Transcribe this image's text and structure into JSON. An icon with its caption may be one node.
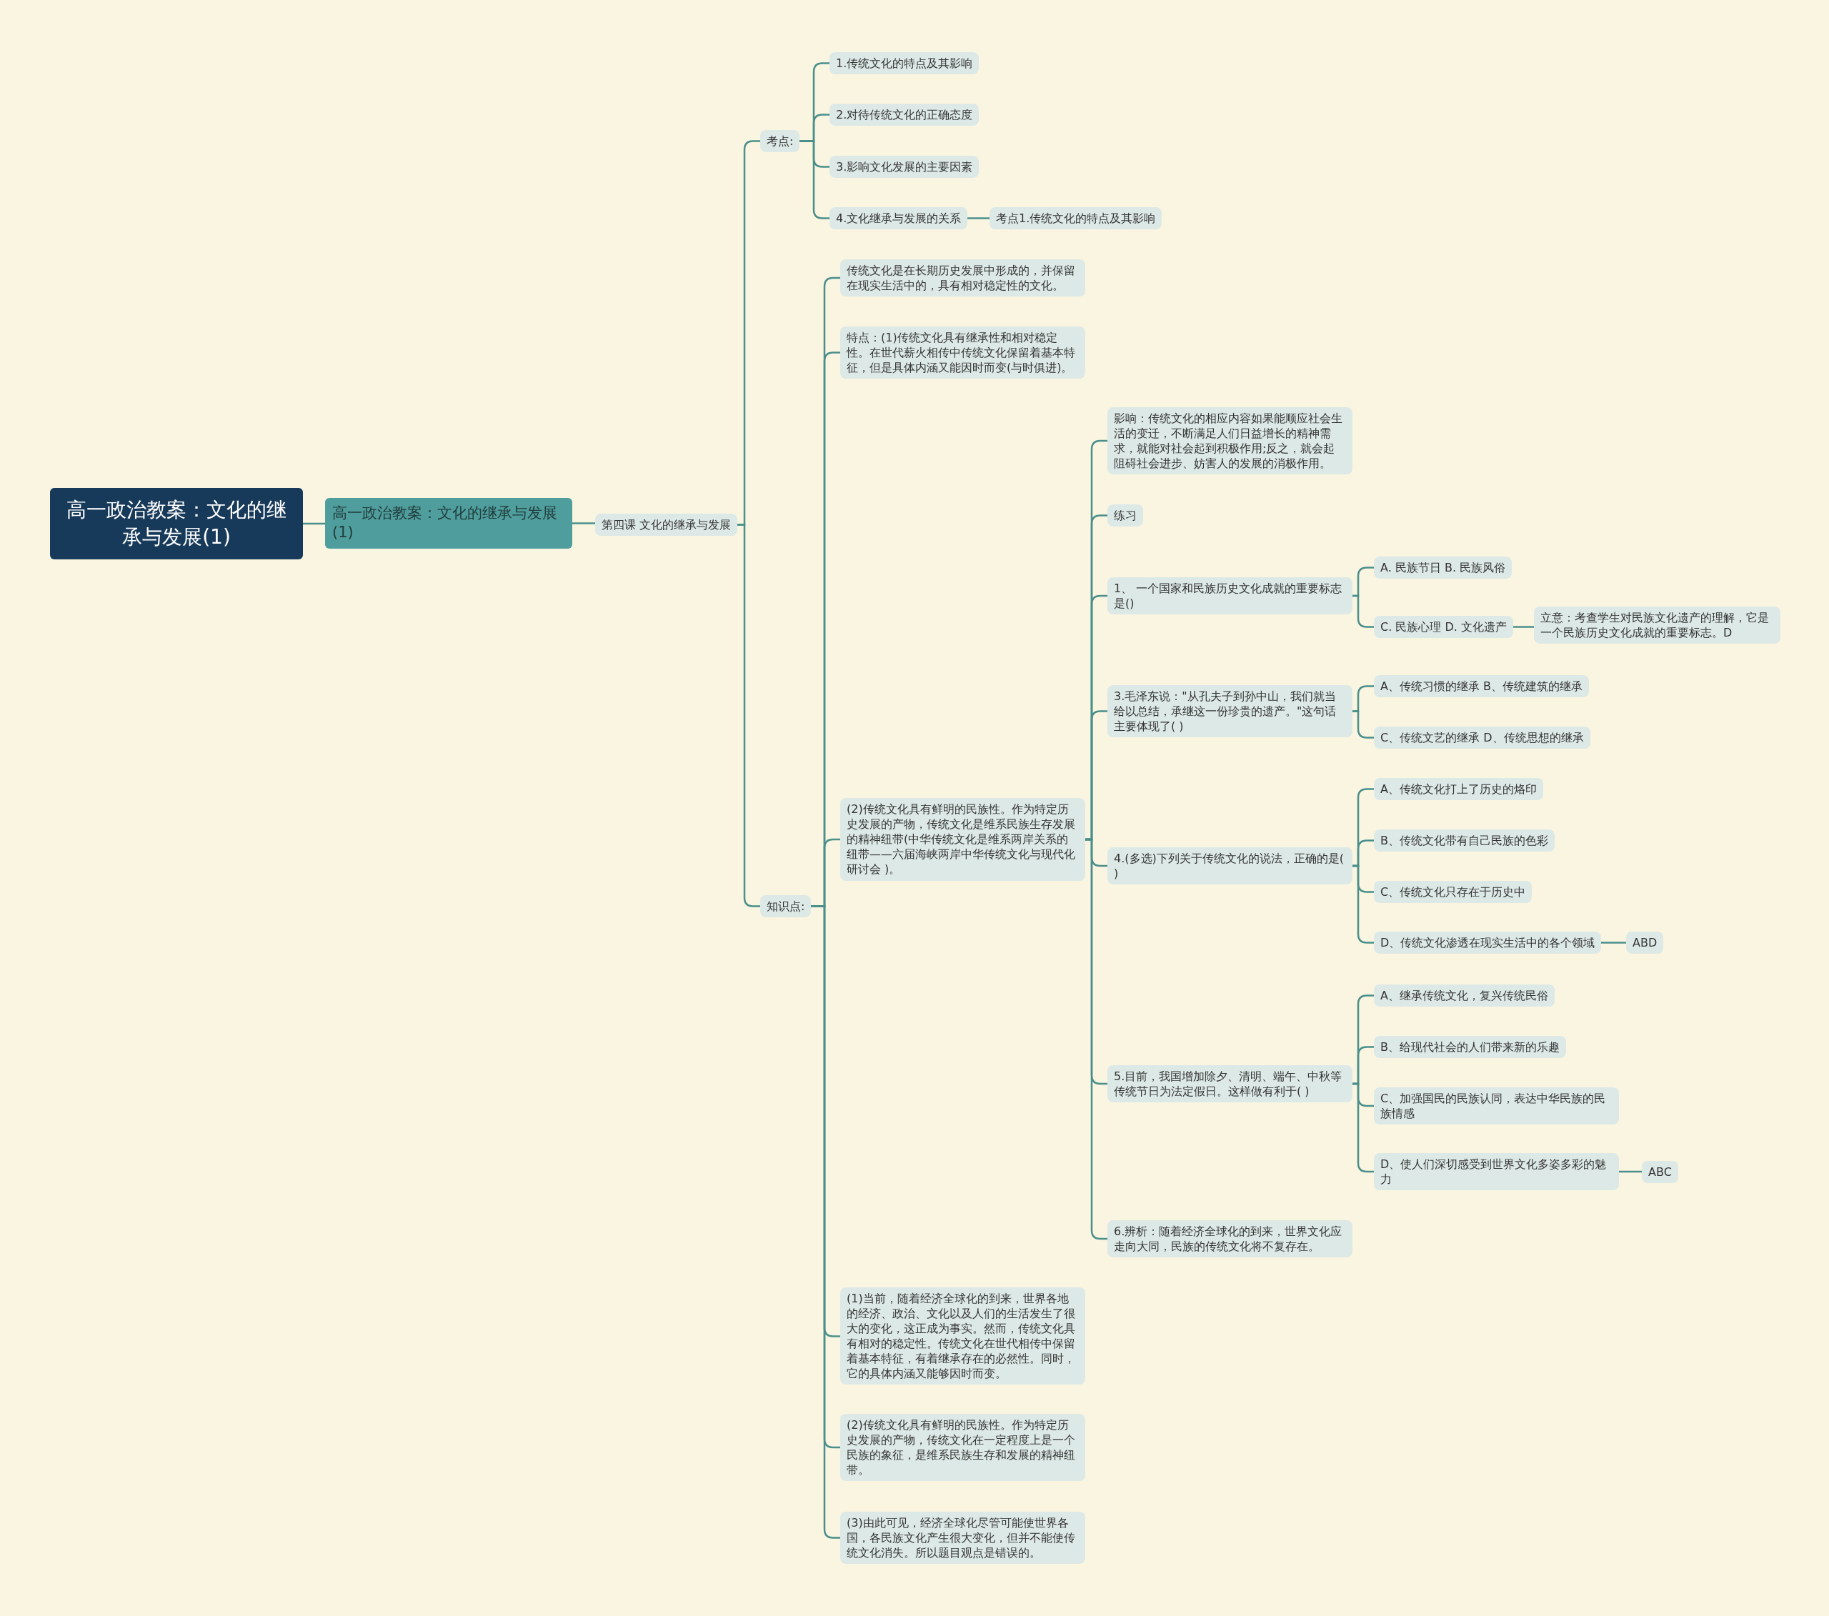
{
  "diagram": {
    "nodes": [
      {
        "text": [
          "高一政治教案：文化的继承与发展(1)"
        ]
      },
      {
        "text": [
          "高一政治教案：文化的继承与发展(1)"
        ]
      },
      {
        "text": [
          "第四课 文化的继承与发展"
        ]
      },
      {
        "text": [
          "考点:"
        ]
      },
      {
        "text": [
          "1.传统文化的特点及其影响"
        ]
      },
      {
        "text": [
          "2.对待传统文化的正确态度"
        ]
      },
      {
        "text": [
          "3.影响文化发展的主要因素"
        ]
      },
      {
        "text": [
          "4.文化继承与发展的关系"
        ]
      },
      {
        "text": [
          "考点1.传统文化的特点及其影响"
        ]
      },
      {
        "text": [
          "知识点:"
        ]
      },
      {
        "text": [
          "传统文化是在长期历史发展中形成的，并保留在现实生活中的，具有相对稳定性的文化。"
        ]
      },
      {
        "text": [
          "特点：(1)传统文化具有继承性和相对稳定性。在世代薪火相传中传统文化保留着基本特征，但是具体内涵又能因时而变(与时俱进)。"
        ]
      },
      {
        "text": [
          "(2)传统文化具有鲜明的民族性。作为特定历史发展的产物，传统文化是维系民族生存发展的精神纽带(中华传统文化是维系两岸关系的纽带——六届海峡两岸中华传统文化与现代化研讨会 )。"
        ]
      },
      {
        "text": [
          "影响：传统文化的相应内容如果能顺应社会生活的变迁，不断满足人们日益增长的精神需求，就能对社会起到积极作用;反之，就会起阻碍社会进步、妨害人的发展的消极作用。"
        ]
      },
      {
        "text": [
          "练习"
        ]
      },
      {
        "text": [
          "1、 一个国家和民族历史文化成就的重要标志是()"
        ]
      },
      {
        "text": [
          "A. 民族节日 B. 民族风俗"
        ]
      },
      {
        "text": [
          "C. 民族心理 D. 文化遗产"
        ]
      },
      {
        "text": [
          "立意：考查学生对民族文化遗产的理解，它是一个民族历史文化成就的重要标志。D"
        ]
      },
      {
        "text": [
          "3.毛泽东说：\"从孔夫子到孙中山，我们就当给以总结，承继这一份珍贵的遗产。\"这句话主要体现了( )"
        ]
      },
      {
        "text": [
          "A、传统习惯的继承 B、传统建筑的继承"
        ]
      },
      {
        "text": [
          "C、传统文艺的继承 D、传统思想的继承"
        ]
      },
      {
        "text": [
          "4.(多选)下列关于传统文化的说法，正确的是( )"
        ]
      },
      {
        "text": [
          "A、传统文化打上了历史的烙印"
        ]
      },
      {
        "text": [
          "B、传统文化带有自己民族的色彩"
        ]
      },
      {
        "text": [
          "C、传统文化只存在于历史中"
        ]
      },
      {
        "text": [
          "D、传统文化渗透在现实生活中的各个领域"
        ]
      },
      {
        "text": [
          "ABD"
        ]
      },
      {
        "text": [
          "5.目前，我国增加除夕、清明、端午、中秋等传统节日为法定假日。这样做有利于( )"
        ]
      },
      {
        "text": [
          "A、继承传统文化，复兴传统民俗"
        ]
      },
      {
        "text": [
          "B、给现代社会的人们带来新的乐趣"
        ]
      },
      {
        "text": [
          "C、加强国民的民族认同，表达中华民族的民族情感"
        ]
      },
      {
        "text": [
          "D、使人们深切感受到世界文化多姿多彩的魅力"
        ]
      },
      {
        "text": [
          "ABC"
        ]
      },
      {
        "text": [
          "6.辨析：随着经济全球化的到来，世界文化应走向大同，民族的传统文化将不复存在。"
        ]
      },
      {
        "text": [
          "(1)当前，随着经济全球化的到来，世界各地的经济、政治、文化以及人们的生活发生了很大的变化，这正成为事实。然而，传统文化具有相对的稳定性。传统文化在世代相传中保留着基本特征，有着继承存在的必然性。同时，它的具体内涵又能够因时而变。"
        ]
      },
      {
        "text": [
          "(2)传统文化具有鲜明的民族性。作为特定历史发展的产物，传统文化在一定程度上是一个民族的象征，是维系民族生存和发展的精神纽带。"
        ]
      },
      {
        "text": [
          "(3)由此可见，经济全球化尽管可能使世界各国，各民族文化产生很大变化，但并不能使传统文化消失。所以题目观点是错误的。"
        ]
      }
    ],
    "edges": [
      {
        "from": 0,
        "to": 1,
        "arrow": "none"
      },
      {
        "from": 1,
        "to": 2,
        "arrow": "none"
      },
      {
        "from": 2,
        "to": 3,
        "arrow": "none"
      },
      {
        "from": 3,
        "to": 4,
        "arrow": "none"
      },
      {
        "from": 3,
        "to": 5,
        "arrow": "none"
      },
      {
        "from": 3,
        "to": 6,
        "arrow": "none"
      },
      {
        "from": 3,
        "to": 7,
        "arrow": "none"
      },
      {
        "from": 7,
        "to": 8,
        "arrow": "none"
      },
      {
        "from": 2,
        "to": 9,
        "arrow": "none"
      },
      {
        "from": 9,
        "to": 10,
        "arrow": "none"
      },
      {
        "from": 9,
        "to": 11,
        "arrow": "none"
      },
      {
        "from": 9,
        "to": 12,
        "arrow": "none"
      },
      {
        "from": 12,
        "to": 13,
        "arrow": "none"
      },
      {
        "from": 12,
        "to": 14,
        "arrow": "none"
      },
      {
        "from": 12,
        "to": 15,
        "arrow": "none"
      },
      {
        "from": 15,
        "to": 16,
        "arrow": "none"
      },
      {
        "from": 15,
        "to": 17,
        "arrow": "none"
      },
      {
        "from": 17,
        "to": 18,
        "arrow": "none"
      },
      {
        "from": 12,
        "to": 19,
        "arrow": "none"
      },
      {
        "from": 19,
        "to": 20,
        "arrow": "none"
      },
      {
        "from": 19,
        "to": 21,
        "arrow": "none"
      },
      {
        "from": 12,
        "to": 22,
        "arrow": "none"
      },
      {
        "from": 22,
        "to": 23,
        "arrow": "none"
      },
      {
        "from": 22,
        "to": 24,
        "arrow": "none"
      },
      {
        "from": 22,
        "to": 25,
        "arrow": "none"
      },
      {
        "from": 22,
        "to": 26,
        "arrow": "none"
      },
      {
        "from": 26,
        "to": 27,
        "arrow": "none"
      },
      {
        "from": 12,
        "to": 28,
        "arrow": "none"
      },
      {
        "from": 28,
        "to": 29,
        "arrow": "none"
      },
      {
        "from": 28,
        "to": 30,
        "arrow": "none"
      },
      {
        "from": 28,
        "to": 31,
        "arrow": "none"
      },
      {
        "from": 28,
        "to": 32,
        "arrow": "none"
      },
      {
        "from": 32,
        "to": 33,
        "arrow": "none"
      },
      {
        "from": 12,
        "to": 34,
        "arrow": "none"
      },
      {
        "from": 9,
        "to": 35,
        "arrow": "none"
      },
      {
        "from": 9,
        "to": 36,
        "arrow": "none"
      },
      {
        "from": 9,
        "to": 37,
        "arrow": "none"
      }
    ]
  }
}
